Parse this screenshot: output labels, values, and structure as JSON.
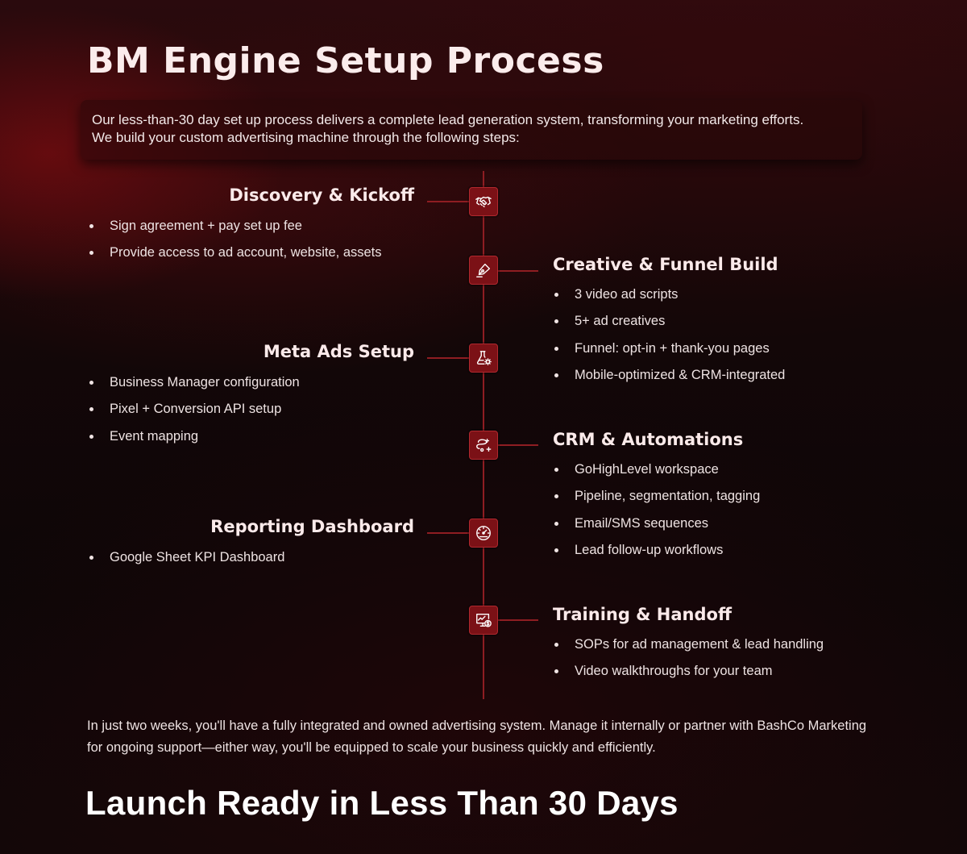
{
  "page": {
    "title": "BM Engine Setup Process",
    "intro": [
      "Our less-than-30 day set up process delivers a complete lead generation system, transforming your marketing efforts.",
      "We build your custom advertising machine through the following steps:"
    ],
    "outro": "In just two weeks, you'll have a fully integrated and owned advertising system. Manage it internally or partner with BashCo Marketing for ongoing support—either way, you'll be equipped to scale your business quickly and efficiently.",
    "launch_heading": "Launch Ready in Less Than 30 Days"
  },
  "colors": {
    "accent": "#7b1116",
    "line": "#8e1d22",
    "text": "#f1e6e6"
  },
  "steps": [
    {
      "title": "Discovery & Kickoff",
      "side": "left",
      "icon": "handshake-icon",
      "items": [
        "Sign agreement + pay set up fee",
        "Provide access to ad account, website, assets"
      ]
    },
    {
      "title": "Creative & Funnel Build",
      "side": "right",
      "icon": "pen-nib-icon",
      "items": [
        "3 video ad scripts",
        "5+ ad creatives",
        "Funnel: opt-in + thank-you pages",
        "Mobile-optimized & CRM-integrated"
      ]
    },
    {
      "title": "Meta Ads Setup",
      "side": "left",
      "icon": "flask-gear-icon",
      "items": [
        "Business Manager configuration",
        "Pixel + Conversion API setup",
        "Event mapping"
      ]
    },
    {
      "title": "CRM & Automations",
      "side": "right",
      "icon": "automation-loop-icon",
      "items": [
        "GoHighLevel workspace",
        "Pipeline, segmentation, tagging",
        "Email/SMS sequences",
        "Lead follow-up workflows"
      ]
    },
    {
      "title": "Reporting Dashboard",
      "side": "left",
      "icon": "gauge-icon",
      "items": [
        "Google Sheet KPI Dashboard"
      ]
    },
    {
      "title": "Training & Handoff",
      "side": "right",
      "icon": "monitor-dollar-icon",
      "items": [
        "SOPs for ad management & lead handling",
        "Video walkthroughs for your team"
      ]
    }
  ]
}
